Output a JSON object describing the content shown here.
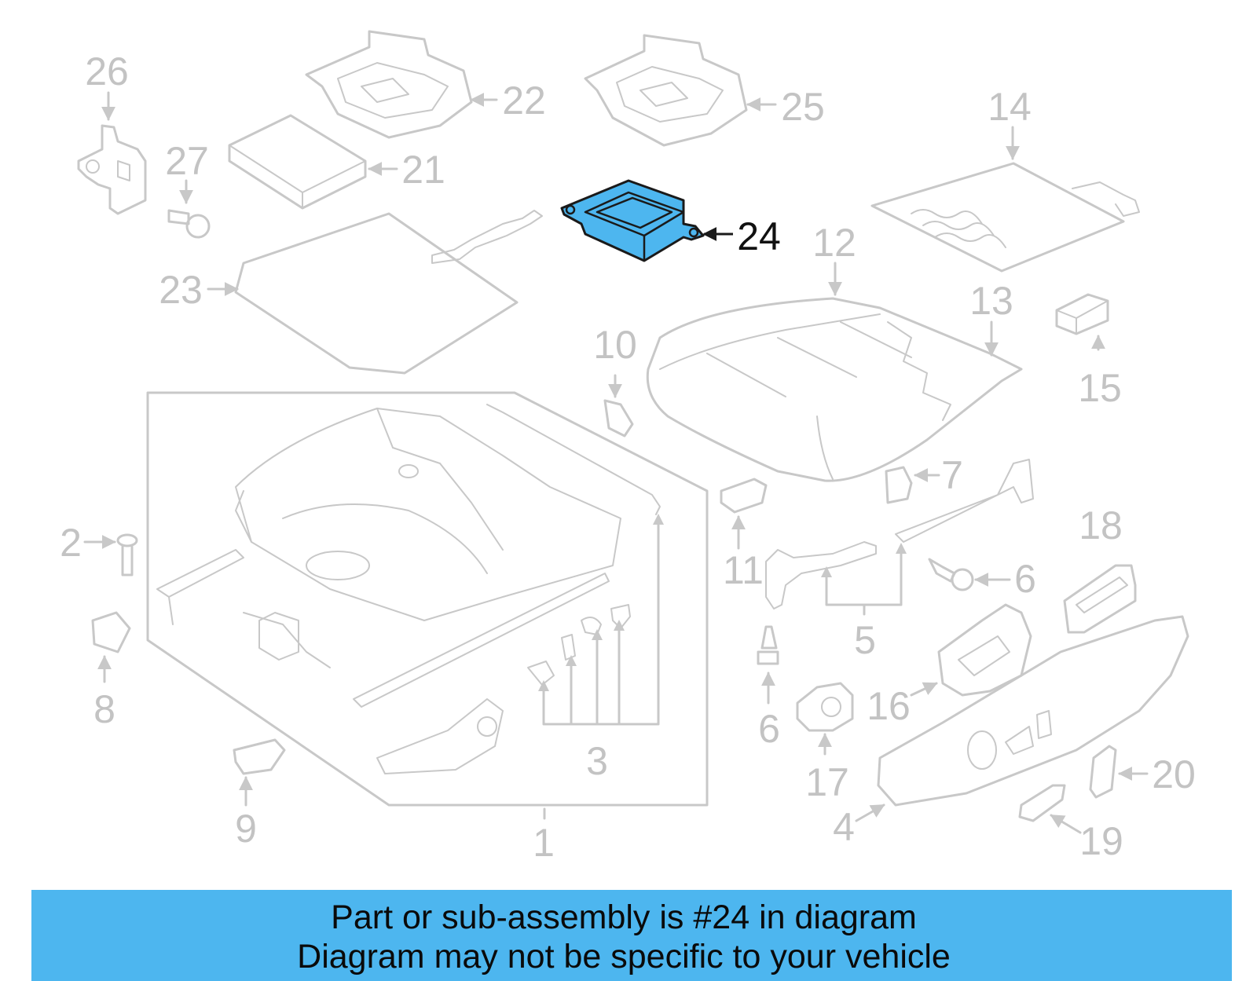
{
  "highlight": {
    "part_number": "24",
    "color": "#4db6ef"
  },
  "callouts": {
    "n1": "1",
    "n2": "2",
    "n3": "3",
    "n4": "4",
    "n5": "5",
    "n6a": "6",
    "n6b": "6",
    "n7": "7",
    "n8": "8",
    "n9": "9",
    "n10": "10",
    "n11": "11",
    "n12": "12",
    "n13": "13",
    "n14": "14",
    "n15": "15",
    "n16": "16",
    "n17": "17",
    "n18": "18",
    "n19": "19",
    "n20": "20",
    "n21": "21",
    "n22": "22",
    "n23": "23",
    "n24": "24",
    "n25": "25",
    "n26": "26",
    "n27": "27"
  },
  "banner": {
    "line1": "Part or sub-assembly is #24 in diagram",
    "line2": "Diagram may not be specific to your vehicle",
    "color": "#4db6ef"
  }
}
